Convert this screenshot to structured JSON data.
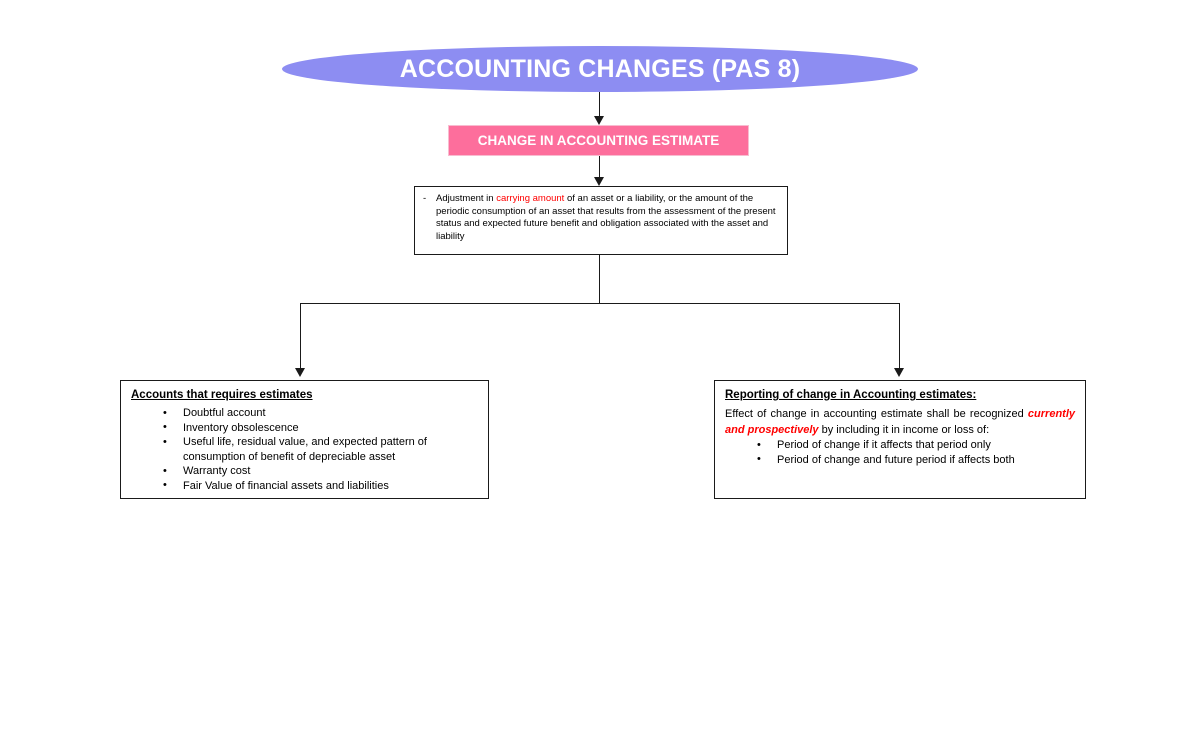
{
  "diagram": {
    "title": "ACCOUNTING CHANGES (PAS 8)",
    "title_fill": "#8d8df2",
    "banner": {
      "label": "CHANGE IN ACCOUNTING ESTIMATE",
      "fill": "#fd6e9c",
      "text_color": "#ffffff"
    },
    "definition": {
      "marker": "-",
      "text_before": "Adjustment in ",
      "highlight": "carrying amount",
      "highlight_color": "#ff0000",
      "text_after": " of an asset or a liability, or the amount of the periodic consumption of an asset that results from the assessment of the present status and expected future benefit and obligation associated with the asset and liability"
    },
    "left_box": {
      "heading": "Accounts that requires estimates",
      "items": [
        "Doubtful account",
        "Inventory obsolescence",
        "Useful life, residual value, and expected pattern of consumption of benefit of depreciable asset",
        "Warranty cost",
        "Fair Value of financial assets and liabilities"
      ]
    },
    "right_box": {
      "heading": "Reporting of change in Accounting estimates:",
      "para_before": "Effect of change in accounting estimate shall be recognized ",
      "para_highlight": "currently and prospectively",
      "para_highlight_color": "#ff0000",
      "para_after": " by including it in income or loss of:",
      "items": [
        "Period of change if it affects that period only",
        "Period of change and future period if affects both"
      ]
    }
  }
}
